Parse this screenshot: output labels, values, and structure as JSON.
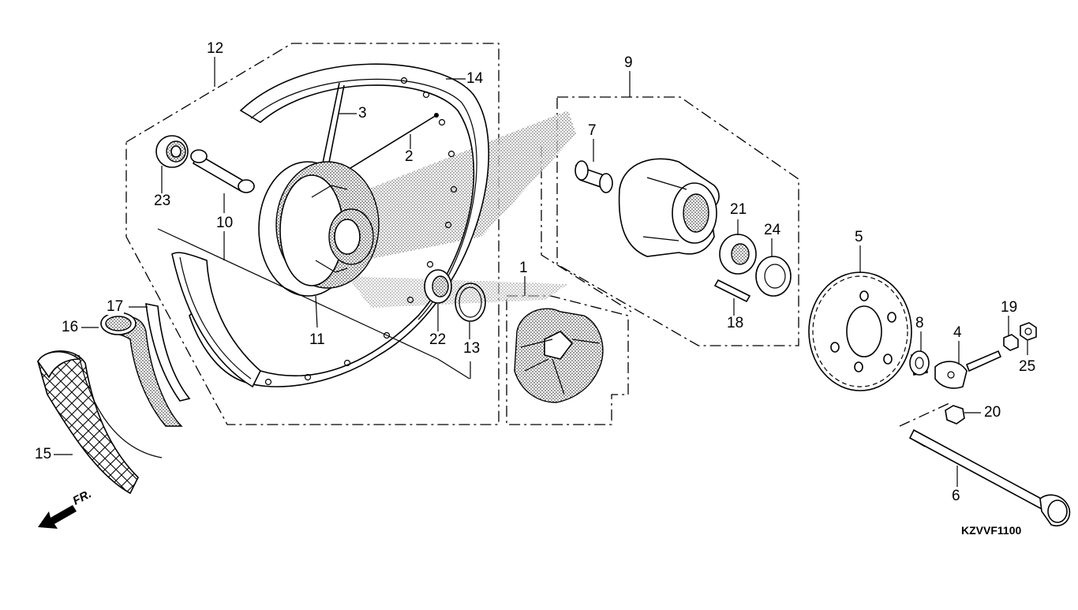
{
  "diagram": {
    "callouts": [
      {
        "id": "1",
        "label": "1"
      },
      {
        "id": "2",
        "label": "2"
      },
      {
        "id": "3",
        "label": "3"
      },
      {
        "id": "4",
        "label": "4"
      },
      {
        "id": "5",
        "label": "5"
      },
      {
        "id": "6",
        "label": "6"
      },
      {
        "id": "7",
        "label": "7"
      },
      {
        "id": "8",
        "label": "8"
      },
      {
        "id": "9",
        "label": "9"
      },
      {
        "id": "10",
        "label": "10"
      },
      {
        "id": "11",
        "label": "11"
      },
      {
        "id": "12",
        "label": "12"
      },
      {
        "id": "13",
        "label": "13"
      },
      {
        "id": "14",
        "label": "14"
      },
      {
        "id": "15",
        "label": "15"
      },
      {
        "id": "16",
        "label": "16"
      },
      {
        "id": "17",
        "label": "17"
      },
      {
        "id": "18",
        "label": "18"
      },
      {
        "id": "19",
        "label": "19"
      },
      {
        "id": "20",
        "label": "20"
      },
      {
        "id": "21",
        "label": "21"
      },
      {
        "id": "22",
        "label": "22"
      },
      {
        "id": "23",
        "label": "23"
      },
      {
        "id": "24",
        "label": "24"
      },
      {
        "id": "25",
        "label": "25"
      }
    ],
    "direction_label": "FR.",
    "diagram_code": "KZVVF1100",
    "icons": {
      "front_arrow": "arrow-left-down-icon"
    },
    "colors": {
      "ink": "#000000",
      "background": "#ffffff"
    }
  }
}
